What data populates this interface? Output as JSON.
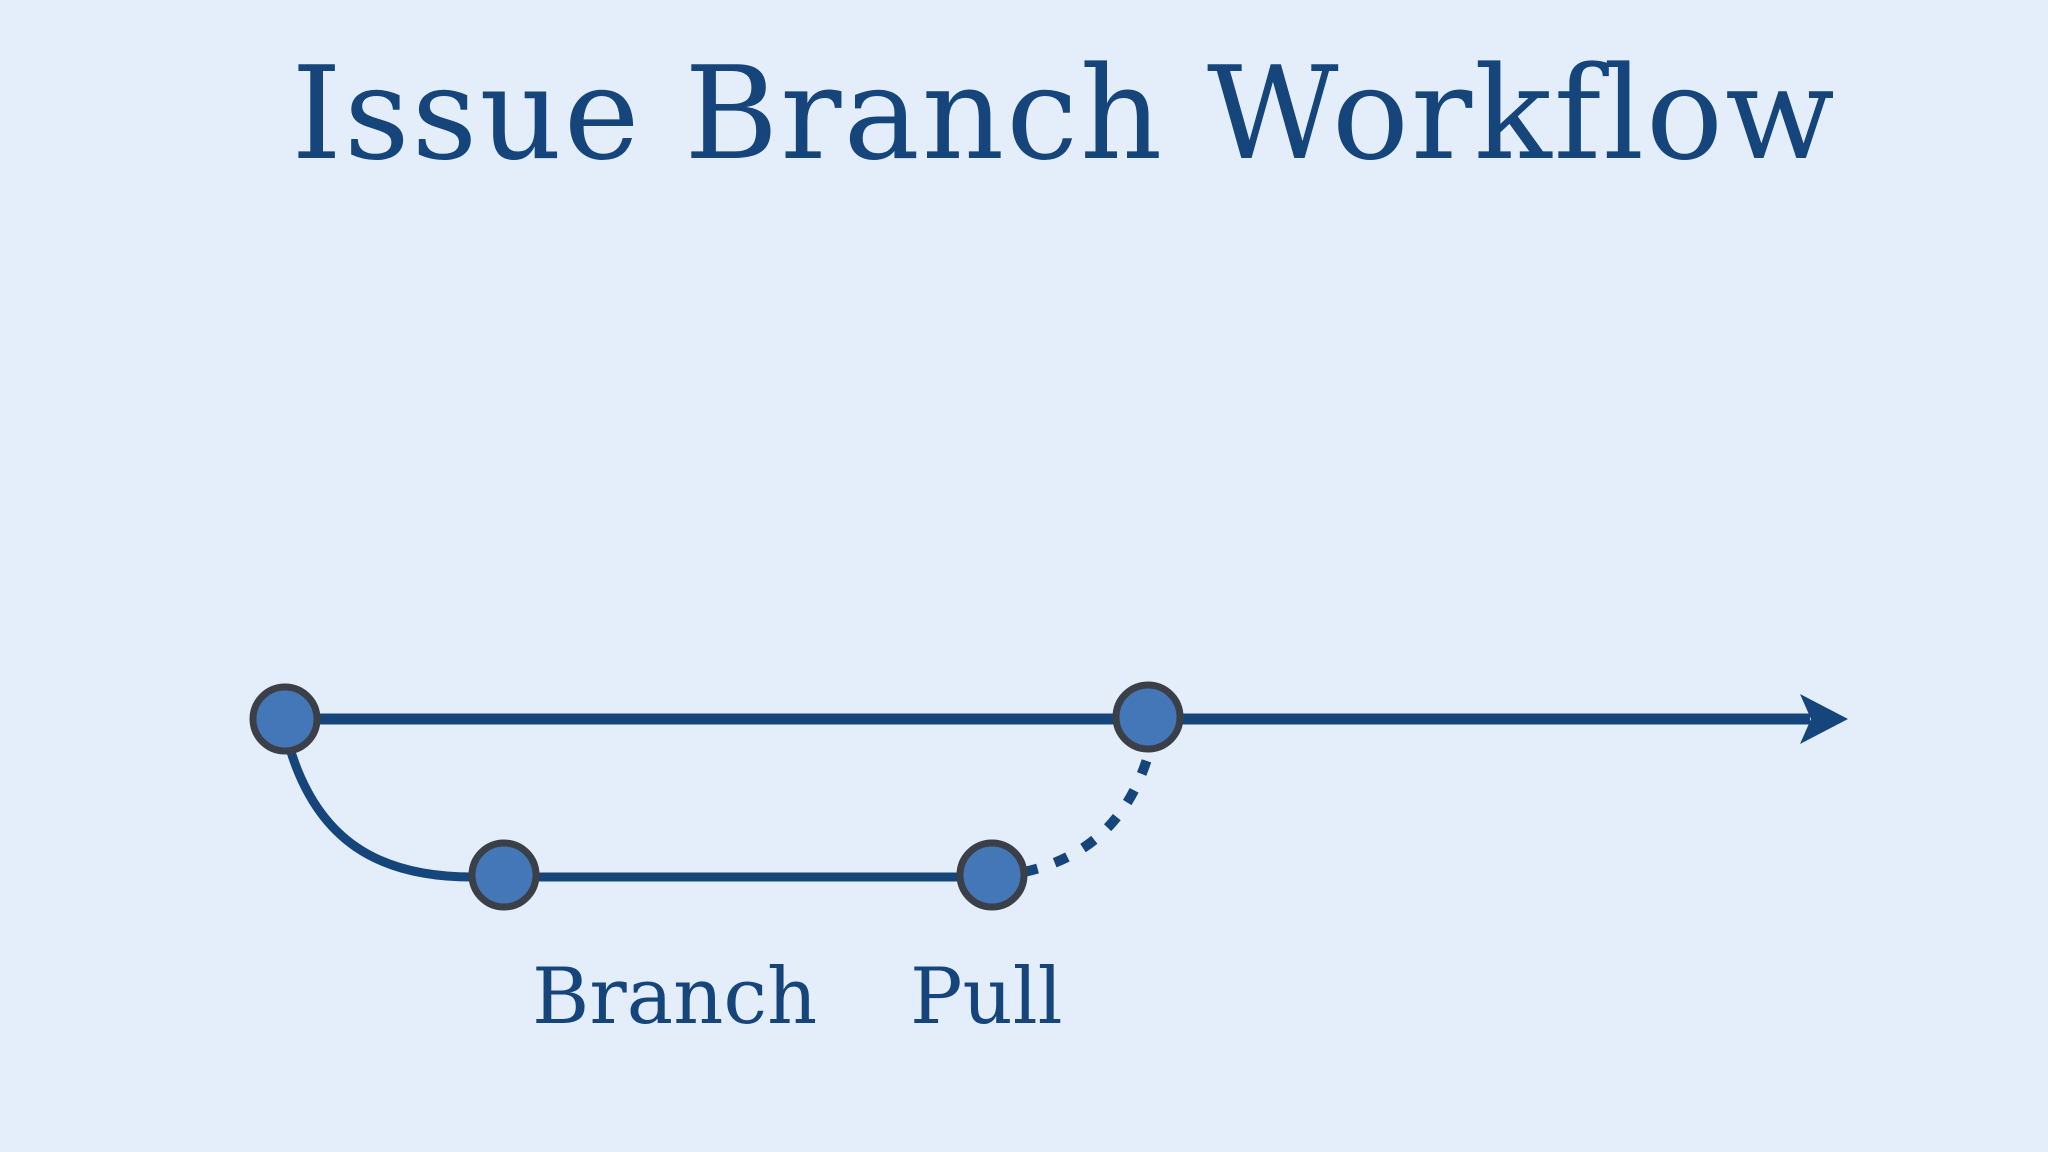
{
  "title": "Issue Branch Workflow",
  "colors": {
    "background": "#e3eefa",
    "line": "#15457a",
    "node_fill": "#4477b8",
    "node_stroke": "#3b4048",
    "text": "#15457a"
  },
  "nodes": [
    {
      "id": "main-start",
      "branch": "main"
    },
    {
      "id": "main-merge",
      "branch": "main"
    },
    {
      "id": "branch-commit",
      "branch": "issue",
      "label": "Branch"
    },
    {
      "id": "pull-commit",
      "branch": "issue",
      "label": "Pull"
    }
  ],
  "edges": [
    {
      "from": "main-start",
      "to": "main-merge",
      "style": "solid"
    },
    {
      "from": "main-start",
      "to": "branch-commit",
      "style": "solid"
    },
    {
      "from": "branch-commit",
      "to": "pull-commit",
      "style": "solid"
    },
    {
      "from": "pull-commit",
      "to": "main-merge",
      "style": "dashed"
    }
  ],
  "labels": {
    "branch": "Branch",
    "pull": "Pull"
  }
}
